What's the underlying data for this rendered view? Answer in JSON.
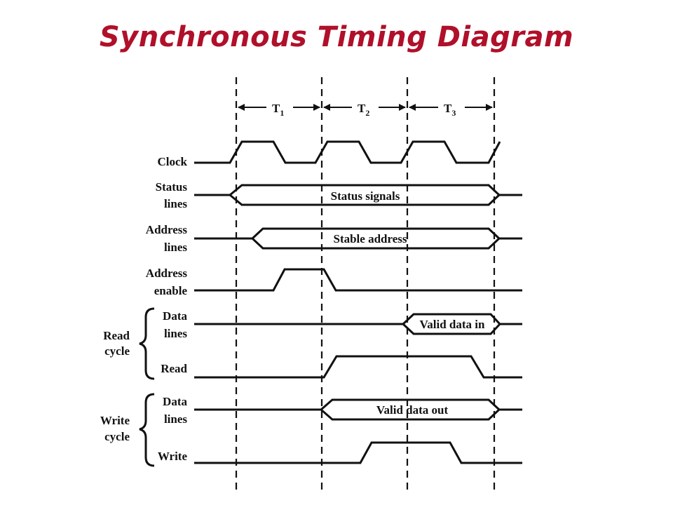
{
  "title": "Synchronous Timing Diagram",
  "periods": [
    {
      "main": "T",
      "sub": "1"
    },
    {
      "main": "T",
      "sub": "2"
    },
    {
      "main": "T",
      "sub": "3"
    }
  ],
  "signals": {
    "clock": {
      "label": "Clock"
    },
    "status": {
      "label_line1": "Status",
      "label_line2": "lines",
      "bus_text": "Status signals"
    },
    "address": {
      "label_line1": "Address",
      "label_line2": "lines",
      "bus_text": "Stable address"
    },
    "address_enable": {
      "label_line1": "Address",
      "label_line2": "enable"
    },
    "read_data": {
      "label_line1": "Data",
      "label_line2": "lines",
      "bus_text": "Valid data in"
    },
    "read": {
      "label": "Read"
    },
    "write_data": {
      "label_line1": "Data",
      "label_line2": "lines",
      "bus_text": "Valid data out"
    },
    "write": {
      "label": "Write"
    }
  },
  "groups": {
    "read_cycle": {
      "line1": "Read",
      "line2": "cycle"
    },
    "write_cycle": {
      "line1": "Write",
      "line2": "cycle"
    }
  }
}
